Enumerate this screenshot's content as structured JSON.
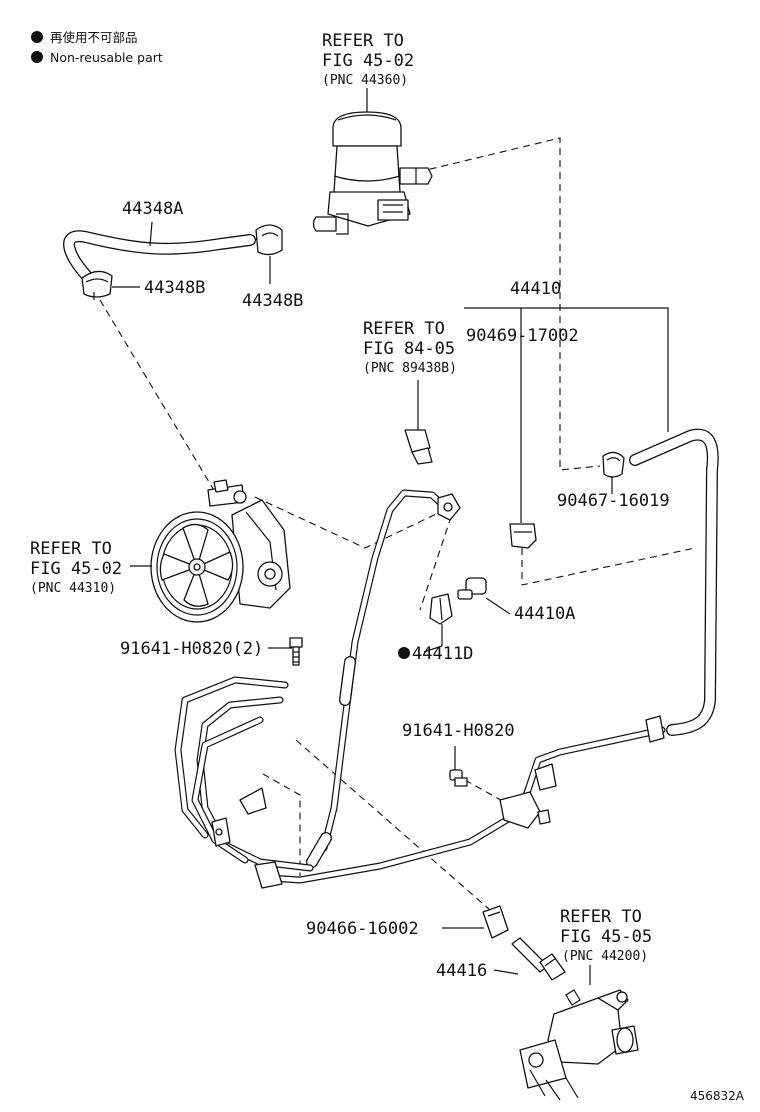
{
  "legend": {
    "jp": "再使用不可部品",
    "en": "Non-reusable part"
  },
  "labels": {
    "refer_reservoir": {
      "line1": "REFER TO",
      "line2": "FIG 45-02",
      "line3": "(PNC 44360)"
    },
    "refer_sensor": {
      "line1": "REFER TO",
      "line2": "FIG 84-05",
      "line3": "(PNC 89438B)"
    },
    "refer_pump": {
      "line1": "REFER TO",
      "line2": "FIG 45-02",
      "line3": "(PNC 44310)"
    },
    "refer_gear": {
      "line1": "REFER TO",
      "line2": "FIG 45-05",
      "line3": "(PNC 44200)"
    },
    "p44348A": "44348A",
    "p44348B_left": "44348B",
    "p44348B_center": "44348B",
    "p44410": "44410",
    "p90469": "90469-17002",
    "p90467": "90467-16019",
    "p44410A": "44410A",
    "p44411D": "44411D",
    "p91641_2": "91641-H0820(2)",
    "p91641": "91641-H0820",
    "p90466": "90466-16002",
    "p44416": "44416"
  },
  "figure_code": "456832A"
}
